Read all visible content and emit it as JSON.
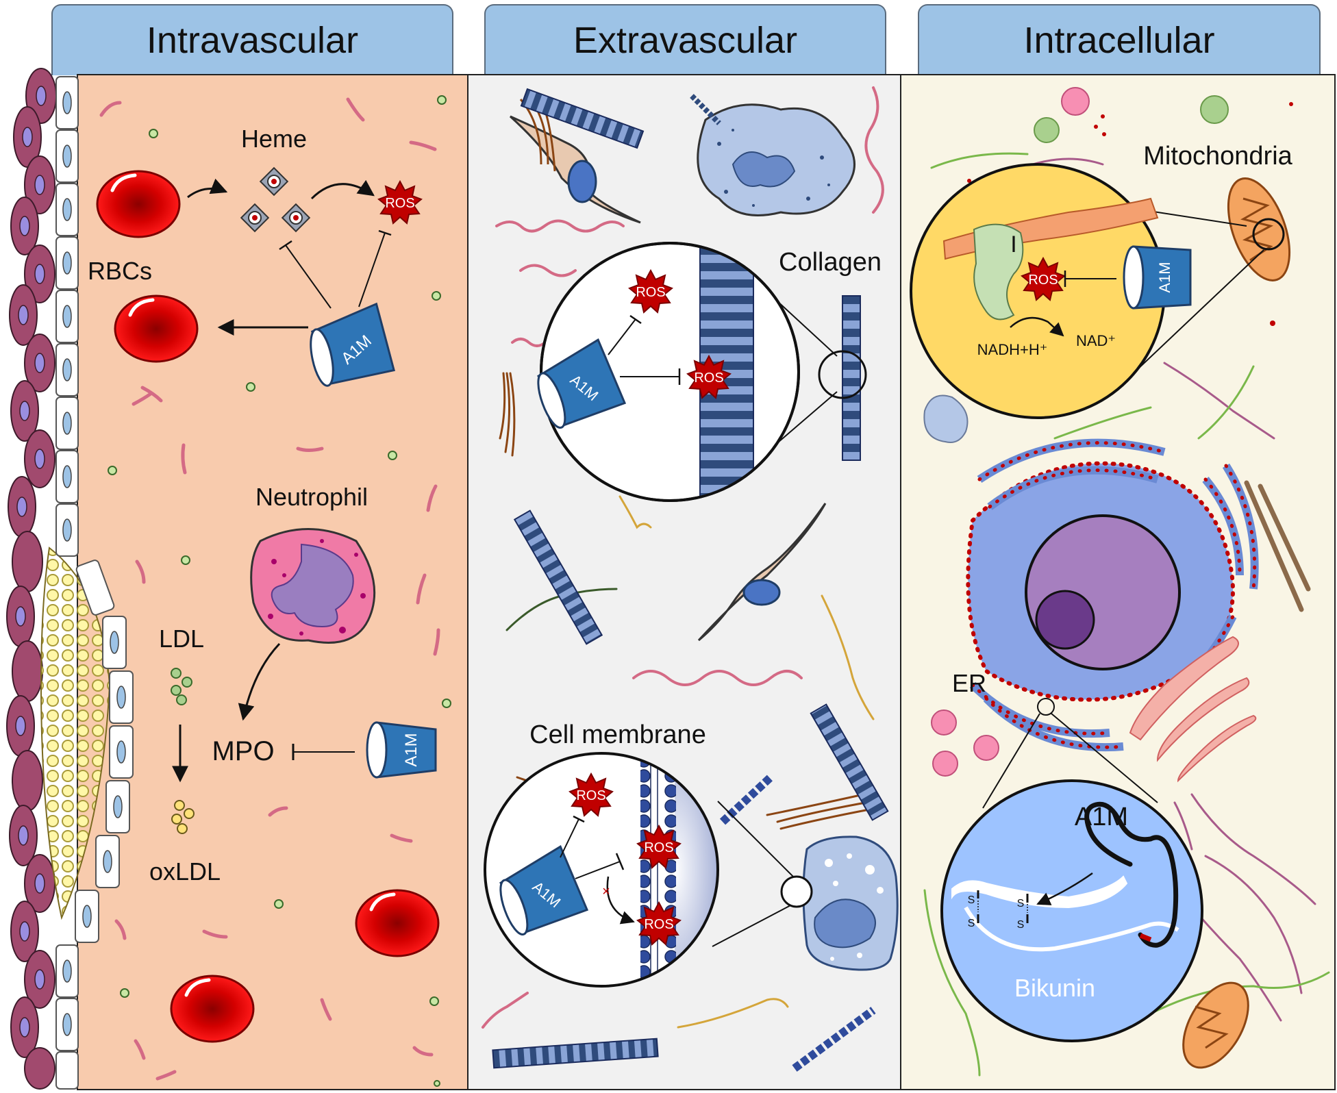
{
  "headers": {
    "intravascular": "Intravascular",
    "extravascular": "Extravascular",
    "intracellular": "Intracellular"
  },
  "intravascular": {
    "heme": "Heme",
    "rbcs": "RBCs",
    "ros": "ROS",
    "a1m": "A1M",
    "neutrophil": "Neutrophil",
    "ldl": "LDL",
    "mpo": "MPO",
    "oxldl": "oxLDL"
  },
  "extravascular": {
    "collagen": "Collagen",
    "cell_membrane": "Cell membrane",
    "ros": "ROS",
    "a1m": "A1M"
  },
  "intracellular": {
    "mitochondria": "Mitochondria",
    "complex_i": "I",
    "ros": "ROS",
    "a1m": "A1M",
    "nadh": "NADH+H⁺",
    "nad": "NAD⁺",
    "er": "ER",
    "a1m_chain": "A1M",
    "bikunin": "Bikunin",
    "disulfide": "S"
  },
  "colors": {
    "intravascular_bg": "#f8cbad",
    "extravascular_bg": "#f1f1f1",
    "intracellular_bg": "#f9f5e5",
    "header_bg": "#9dc3e6",
    "ros_red": "#c00000",
    "a1m_blue": "#2e75b6"
  }
}
